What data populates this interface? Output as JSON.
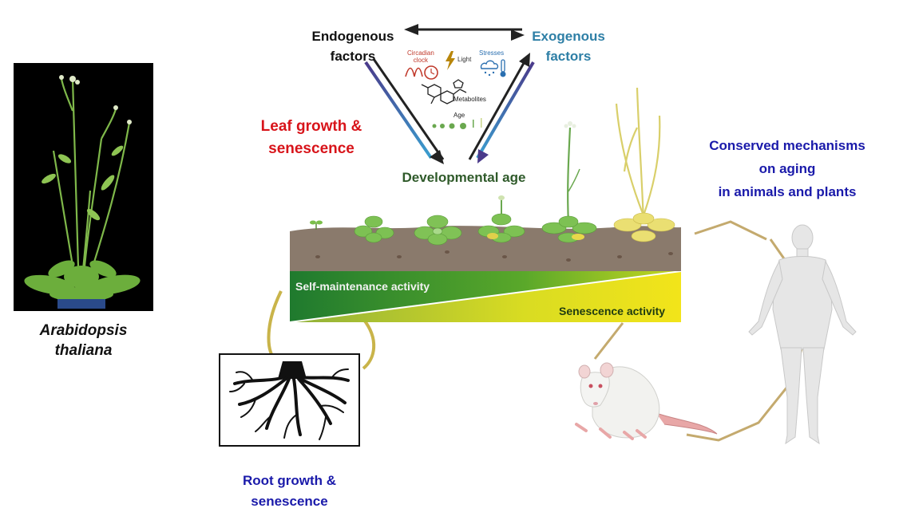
{
  "photo": {
    "species_line1": "Arabidopsis",
    "species_line2": "thaliana"
  },
  "cycle": {
    "endogenous_line1": "Endogenous",
    "endogenous_line2": "factors",
    "exogenous_line1": "Exogenous",
    "exogenous_line2": "factors",
    "developmental_age": "Developmental age",
    "inner": {
      "circadian_line1": "Circadian",
      "circadian_line2": "clock",
      "light": "Light",
      "stresses": "Stresses",
      "metabolites": "Metabolites",
      "age": "Age"
    }
  },
  "leaf_label": {
    "line1": "Leaf growth &",
    "line2": "senescence"
  },
  "activity_bar": {
    "self_maintenance": "Self-maintenance activity",
    "senescence": "Senescence activity"
  },
  "root_label": {
    "line1": "Root growth &",
    "line2": "senescence"
  },
  "conserved": {
    "line1": "Conserved mechanisms",
    "line2": "on aging",
    "line3": "in animals and plants"
  },
  "colors": {
    "endogenous_text": "#111111",
    "exogenous_text": "#2e7fa6",
    "developmental_text": "#2f5a2a",
    "leaf_label_text": "#d8141a",
    "blue_label_text": "#1a1aaa",
    "arrow_blue": "#3a8fbf",
    "arrow_purple": "#4a3a8a",
    "soil": "#8a7a6c",
    "bar_dark_green": "#1f7a2e",
    "bar_yellow": "#f2e41a",
    "ring": "#c9b44a",
    "animal_ring": "#c4aa6e"
  }
}
